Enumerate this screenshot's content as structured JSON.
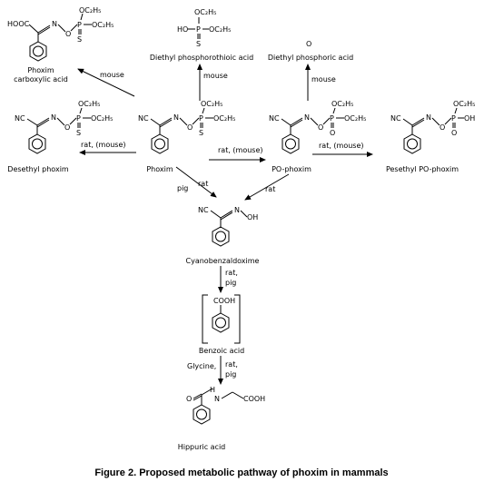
{
  "atoms": {
    "hooc": "HOOC",
    "cn": "NC",
    "n": "N",
    "o": "O",
    "p": "P",
    "s": "S",
    "ho": "HO",
    "h": "H",
    "oet": "OC₂H₅",
    "oh": "OH",
    "cooh": "COOH",
    "noh": "N",
    "ohsuffix": "OH"
  },
  "compounds": {
    "phoxim_carboxylic_acid": "Phoxim\ncarboxylic acid",
    "diethyl_phosphorothioic_acid": "Diethyl phosphorothioic acid",
    "diethyl_phosphoric_acid": "Diethyl phosphoric acid",
    "desethyl_phoxim": "Desethyl phoxim",
    "phoxim": "Phoxim",
    "po_phoxim": "PO-phoxim",
    "pesethyl_po_phoxim": "Pesethyl PO-phoxim",
    "cyanobenzaldoxime": "Cyanobenzaldoxime",
    "benzoic_acid": "Benzoic acid",
    "hippuric_acid": "Hippuric acid"
  },
  "conditions": {
    "mouse_1": "mouse",
    "mouse_2": "mouse",
    "mouse_3": "mouse",
    "rat_mouse_1": "rat, (mouse)",
    "rat_mouse_2": "rat, (mouse)",
    "rat_mouse_3": "rat, (mouse)",
    "pig": "pig",
    "rat_1": "rat",
    "rat_2": "rat",
    "rat_pig_1a": "rat,",
    "rat_pig_1b": "pig",
    "glycine": "Glycine,",
    "rat_pig_2a": "rat,",
    "rat_pig_2b": "pig"
  },
  "caption": "Figure 2. Proposed metabolic pathway of phoxim in mammals"
}
